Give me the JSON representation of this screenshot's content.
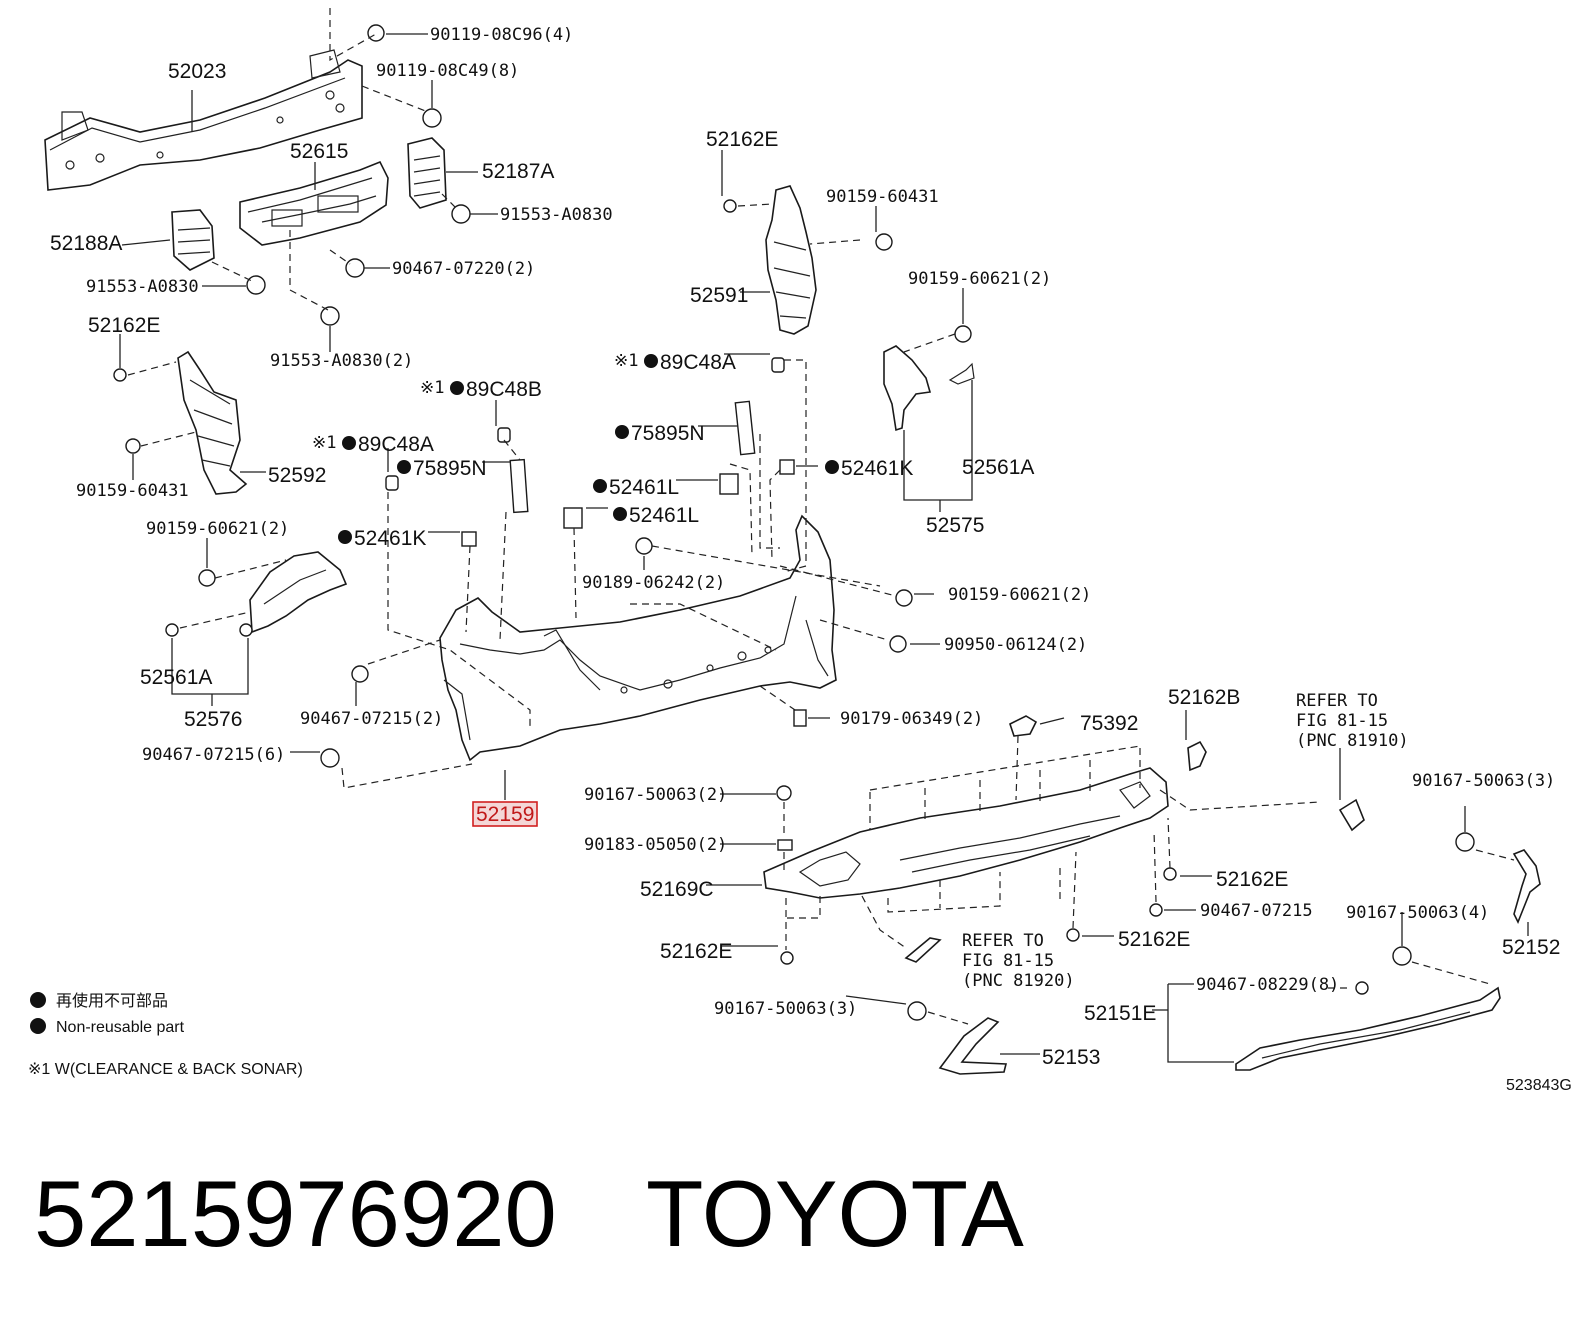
{
  "diagram": {
    "labels": {
      "l52023": "52023",
      "l9011908c96": "90119-08C96(4)",
      "l9011908c49": "90119-08C49(8)",
      "l52615": "52615",
      "l52187a": "52187A",
      "l91553a0830a": "91553-A0830",
      "l52188a": "52188A",
      "l9046707220": "90467-07220(2)",
      "l91553a0830b": "91553-A0830",
      "l91553a0830c": "91553-A0830(2)",
      "l52162e_a": "52162E",
      "l52592": "52592",
      "l9015960431a": "90159-60431",
      "l9015960621a": "90159-60621(2)",
      "l52561a_a": "52561A",
      "l52576": "52576",
      "l9046707215a": "90467-07215(2)",
      "l9046707215b": "90467-07215(6)",
      "l52159": "52159",
      "l89c48a_a": "89C48A",
      "l89c48b": "89C48B",
      "l75895n_a": "75895N",
      "l52461k_a": "52461K",
      "l52461l_a": "52461L",
      "l52461l_b": "52461L",
      "l75895n_b": "75895N",
      "l9018906242": "90189-06242(2)",
      "l52162e_b": "52162E",
      "l9015960431b": "90159-60431",
      "l52591": "52591",
      "l89c48a_b": "89C48A",
      "l9015960621b": "90159-60621(2)",
      "l52461k_b": "52461K",
      "l52561a_b": "52561A",
      "l52575": "52575",
      "l9015960621c": "90159-60621(2)",
      "l9095006124": "90950-06124(2)",
      "l9017906349": "90179-06349(2)",
      "l75392": "75392",
      "l52162b": "52162B",
      "l9016750063a": "90167-50063(2)",
      "l9018305050": "90183-05050(2)",
      "l52169c": "52169C",
      "l52162e_c": "52162E",
      "l52162e_d": "52162E",
      "l9046707215c": "90467-07215",
      "l52162e_e": "52162E",
      "l9016750063b": "90167-50063(3)",
      "l52153": "52153",
      "l9016750063c": "90167-50063(3)",
      "l9016750063d": "90167-50063(4)",
      "l52152": "52152",
      "l9046708229": "90467-08229(8)",
      "l52151e": "52151E",
      "refer1_line1": "REFER TO",
      "refer1_line2": "FIG 81-15",
      "refer1_line3": "(PNC 81910)",
      "refer2_line1": "REFER TO",
      "refer2_line2": "FIG 81-15",
      "refer2_line3": "(PNC 81920)",
      "note_mark": "※1"
    },
    "legend": {
      "jp": "再使用不可部品",
      "en": "Non-reusable part",
      "note": "※1  W(CLEARANCE & BACK SONAR)"
    },
    "figure_code": "523843G"
  },
  "footer": {
    "part_number": "5215976920",
    "brand": "TOYOTA"
  }
}
